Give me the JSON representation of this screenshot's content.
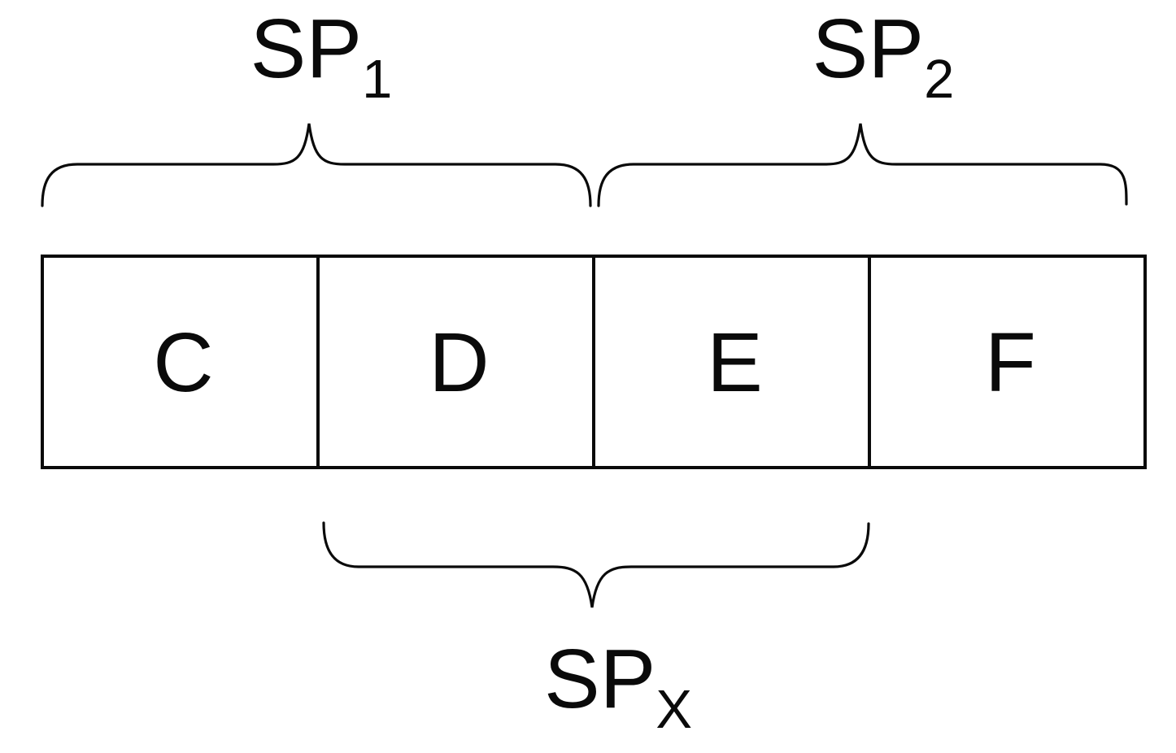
{
  "diagram": {
    "blocks": [
      "C",
      "D",
      "E",
      "F"
    ],
    "braces": {
      "sp1": {
        "text": "SP",
        "subscript": "1",
        "spans": "C+D",
        "position": "top"
      },
      "sp2": {
        "text": "SP",
        "subscript": "2",
        "spans": "E+F",
        "position": "top"
      },
      "spx": {
        "text": "SP",
        "subscript": "X",
        "spans": "D+E",
        "position": "bottom"
      }
    },
    "colors": {
      "line": "#0a0a0a",
      "text": "#0a0a0a",
      "background": "#ffffff"
    }
  }
}
